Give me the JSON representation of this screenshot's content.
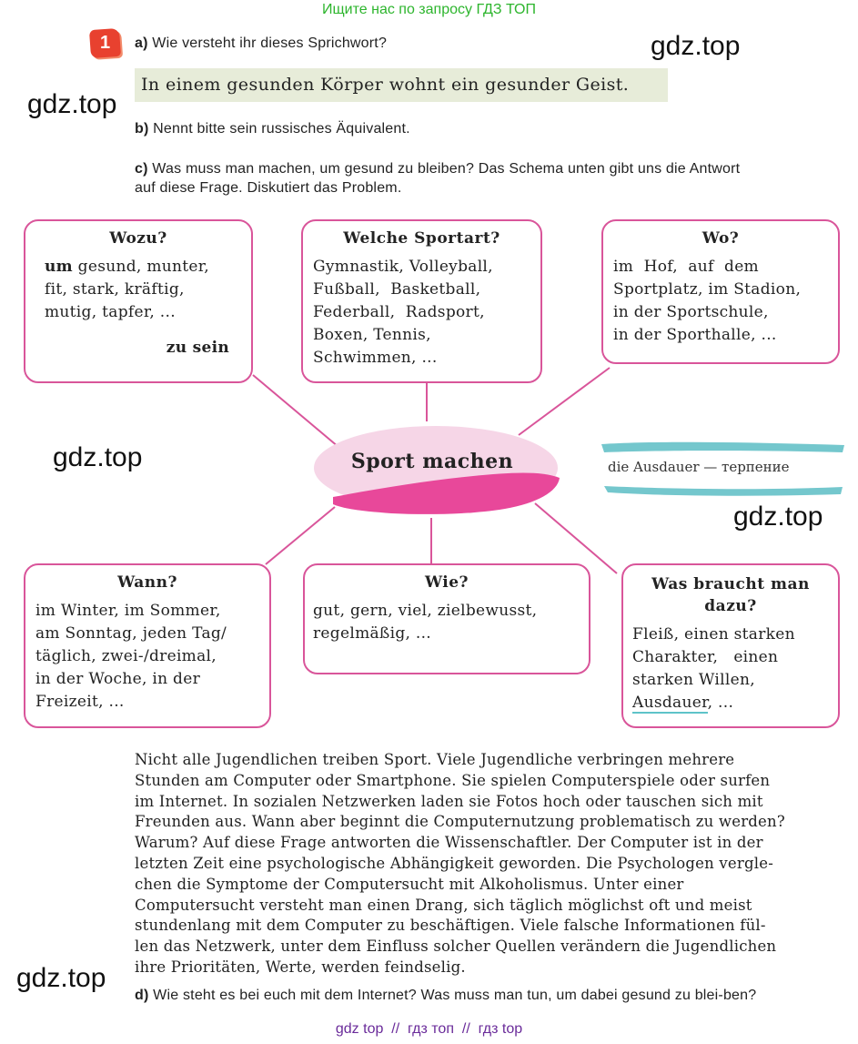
{
  "top_banner": "Ищите нас по запросу ГДЗ ТОП",
  "task_number": "1",
  "questions": {
    "a": {
      "letter": "a)",
      "text": "Wie versteht ihr dieses Sprichwort?"
    },
    "proverb": "In einem gesunden Körper wohnt ein gesunder Geist.",
    "b": {
      "letter": "b)",
      "text": "Nennt bitte sein russisches Äquivalent."
    },
    "c": {
      "letter": "c)",
      "line1": "Was muss man machen, um gesund zu bleiben? Das Schema unten gibt uns die Antwort",
      "line2": "auf diese Frage. Diskutiert das Problem."
    },
    "d": {
      "letter": "d)",
      "text": "Wie steht es bei euch mit dem Internet? Was muss man tun, um dabei gesund zu blei-ben?"
    }
  },
  "watermarks": [
    "gdz.top",
    "gdz.top",
    "gdz.top",
    "gdz.top",
    "gdz.top"
  ],
  "mindmap": {
    "center": "Sport machen",
    "boxes": {
      "wozu": {
        "title": "Wozu?",
        "lead": "um",
        "lines": [
          "gesund, munter,",
          "fit, stark, kräftig,",
          "mutig, tapfer, ..."
        ],
        "tail": "zu sein"
      },
      "sportart": {
        "title": "Welche Sportart?",
        "lines": [
          "Gymnastik, Volleyball,",
          "Fußball,  Basketball,",
          "Federball,  Radsport,",
          "Boxen, Tennis,",
          "Schwimmen, ..."
        ]
      },
      "wo": {
        "title": "Wo?",
        "lines": [
          "im  Hof,  auf  dem",
          "Sportplatz, im Stadion,",
          "in der Sportschule,",
          "in der Sporthalle, ..."
        ]
      },
      "wann": {
        "title": "Wann?",
        "lines": [
          "im Winter, im Sommer,",
          "am Sonntag, jeden Tag/",
          "täglich, zwei-/dreimal,",
          "in der Woche, in der",
          "Freizeit, ..."
        ]
      },
      "wie": {
        "title": "Wie?",
        "lines": [
          "gut, gern, viel, zielbewusst,",
          "regelmäßig, ..."
        ]
      },
      "braucht": {
        "title_line1": "Was braucht man",
        "title_line2": "dazu?",
        "lines": [
          "Fleiß, einen starken",
          "Charakter,   einen",
          "starken Willen,"
        ],
        "last_word": "Ausdauer",
        "last_rest": ", ..."
      }
    },
    "vocab": "die Ausdauer — терпение"
  },
  "paragraph": [
    "Nicht alle Jugendlichen treiben Sport. Viele Jugendliche verbringen mehrere",
    "Stunden am Computer oder Smartphone. Sie spielen Computerspiele oder surfen",
    "im Internet. In sozialen Netzwerken laden sie Fotos hoch oder tauschen sich mit",
    "Freunden aus. Wann aber beginnt die Computernutzung problematisch zu werden?",
    "Warum? Auf diese Frage antworten die Wissenschaftler. Der Computer ist in der",
    "letzten Zeit eine psychologische Abhängigkeit geworden. Die Psychologen vergle-",
    "chen die Symptome der Computersucht mit Alkoholismus. Unter einer",
    "Computersucht versteht man einen Drang, sich täglich möglichst oft und meist",
    "stundenlang mit dem Computer zu beschäftigen. Viele falsche Informationen fül-",
    "len das Netzwerk, unter dem Einfluss solcher Quellen verändern die Jugendlichen",
    "ihre Prioritäten, Werte, werden feindselig."
  ],
  "footer": "gdz top  //  гдз топ  //  гдз top",
  "colors": {
    "box_border": "#d9559a",
    "proverb_bg": "#e7ecd9",
    "banner": "#2db52d",
    "footer": "#6a2b9a",
    "badge": "#e8412f",
    "vocab_stroke": "#5ec3c9"
  }
}
